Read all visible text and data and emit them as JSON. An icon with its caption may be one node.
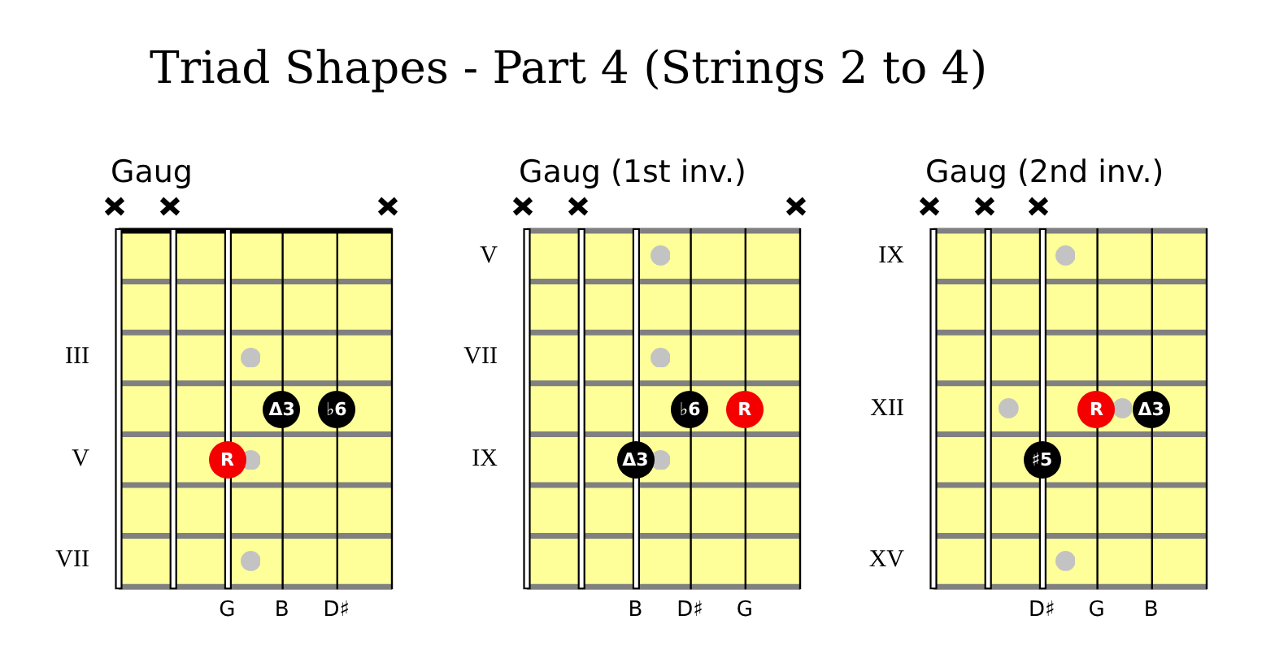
{
  "diagram": {
    "title": "Triad Shapes - Part 4 (Strings 2 to 4)",
    "nodes": [
      {
        "text": [
          "Gaug"
        ],
        "beside": [
          "III",
          "V",
          "VII",
          "G",
          "B",
          "D♯"
        ]
      },
      {
        "text": [
          "Δ3"
        ],
        "in": 0
      },
      {
        "text": [
          "♭6"
        ],
        "in": 0
      },
      {
        "text": [
          "R"
        ],
        "in": 0
      },
      {
        "text": [
          "Gaug (1st inv.)"
        ],
        "beside": [
          "V",
          "VII",
          "IX",
          "B",
          "D♯",
          "G"
        ]
      },
      {
        "text": [
          "♭6"
        ],
        "in": 4
      },
      {
        "text": [
          "R"
        ],
        "in": 4
      },
      {
        "text": [
          "Δ3"
        ],
        "in": 4
      },
      {
        "text": [
          "Gaug (2nd inv.)"
        ],
        "beside": [
          "IX",
          "XII",
          "XV",
          "D♯",
          "G",
          "B"
        ]
      },
      {
        "text": [
          "R"
        ],
        "in": 8
      },
      {
        "text": [
          "Δ3"
        ],
        "in": 8
      },
      {
        "text": [
          "♯5"
        ],
        "in": 8
      }
    ]
  }
}
